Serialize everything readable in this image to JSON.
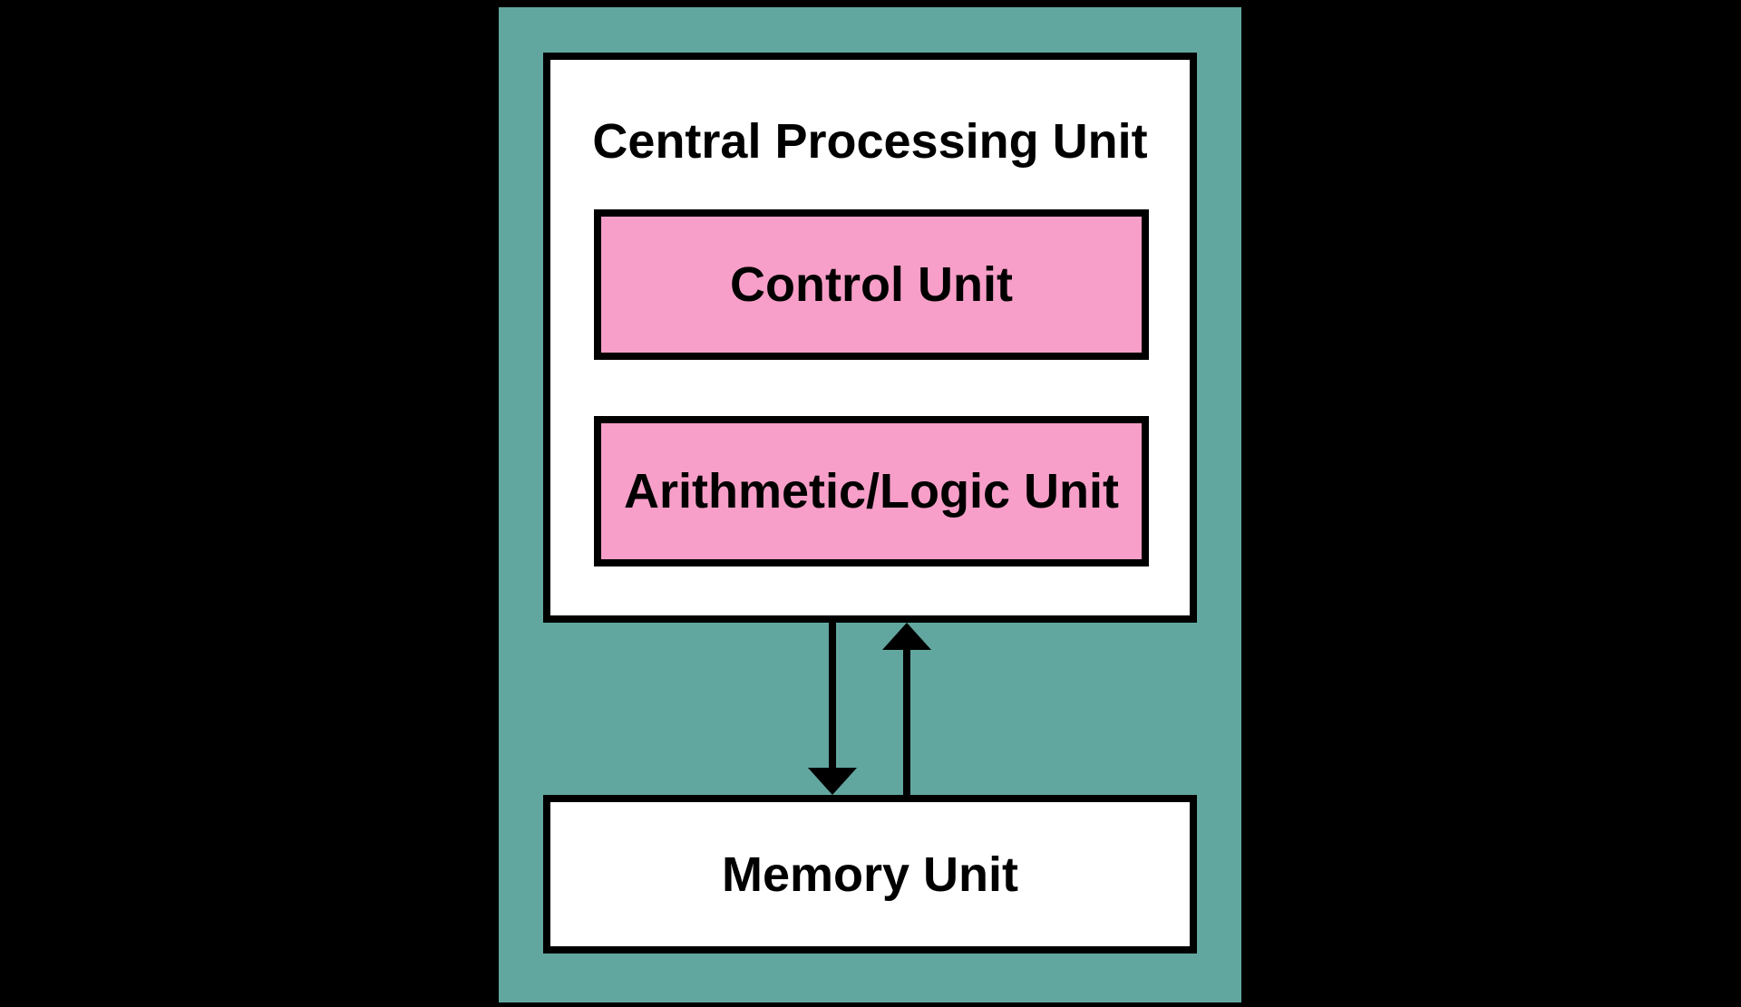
{
  "diagram": {
    "cpu": {
      "title": "Central Processing Unit",
      "children": [
        {
          "label": "Control Unit"
        },
        {
          "label": "Arithmetic/Logic Unit"
        }
      ]
    },
    "memory": {
      "label": "Memory Unit"
    },
    "arrows": [
      {
        "name": "cpu-to-memory",
        "direction": "down"
      },
      {
        "name": "memory-to-cpu",
        "direction": "up"
      }
    ],
    "colors": {
      "background": "#000000",
      "panel": "#62A79F",
      "box_fill": "#FFFFFF",
      "unit_fill": "#F79FC8",
      "border": "#000000",
      "text": "#000000"
    }
  }
}
